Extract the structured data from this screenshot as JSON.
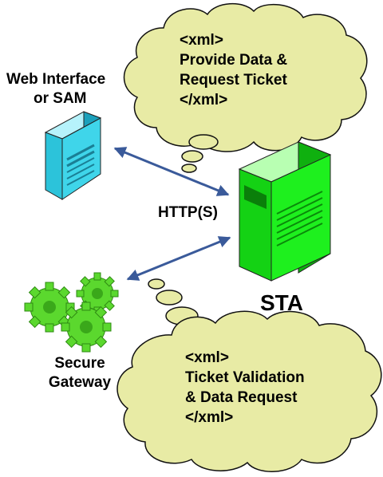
{
  "labels": {
    "web_interface_line1": "Web Interface",
    "web_interface_line2": "or SAM",
    "protocol": "HTTP(S)",
    "sta": "STA",
    "gateway_line1": "Secure",
    "gateway_line2": "Gateway"
  },
  "top_cloud": {
    "lines": [
      "<xml>",
      "Provide Data &",
      "Request Ticket",
      "</xml>"
    ]
  },
  "bottom_cloud": {
    "lines": [
      "<xml>",
      "Ticket Validation",
      "& Data Request",
      "</xml>"
    ]
  },
  "colors": {
    "cloud_fill": "#e8eba5",
    "web_server": "#3fd5ea",
    "sta_server": "#1ef01e",
    "gateway": "#5bd82e",
    "arrow": "#3a5a9a"
  }
}
